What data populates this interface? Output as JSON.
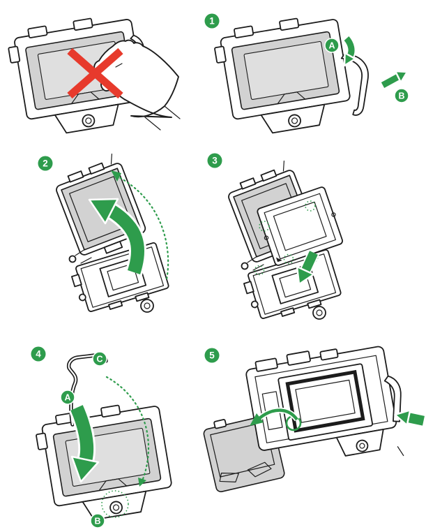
{
  "figure": {
    "type": "instruction-diagram",
    "subject": "CPU socket installation steps",
    "warning": {
      "symbol": "X",
      "meaning": "do-not-touch-socket"
    },
    "steps": [
      {
        "number": "1",
        "callouts": [
          "A",
          "B"
        ]
      },
      {
        "number": "2",
        "callouts": []
      },
      {
        "number": "3",
        "callouts": []
      },
      {
        "number": "4",
        "callouts": [
          "A",
          "B",
          "C"
        ]
      },
      {
        "number": "5",
        "callouts": []
      }
    ],
    "icons": {
      "do_not_touch": "red-x-mark-icon",
      "hand": "pointing-hand-icon",
      "direction_arrow": "green-arrow-icon",
      "rotation_path": "green-dashed-arc-icon",
      "alignment_marker": "green-dashed-circle-icon"
    },
    "colors": {
      "accent_green": "#2e9c4c",
      "warning_red": "#e73a2c",
      "plate_gray": "#d2d2d2",
      "plate_gray_light": "#dfdfdf",
      "outline": "#1c1c1c",
      "background": "#ffffff"
    }
  }
}
